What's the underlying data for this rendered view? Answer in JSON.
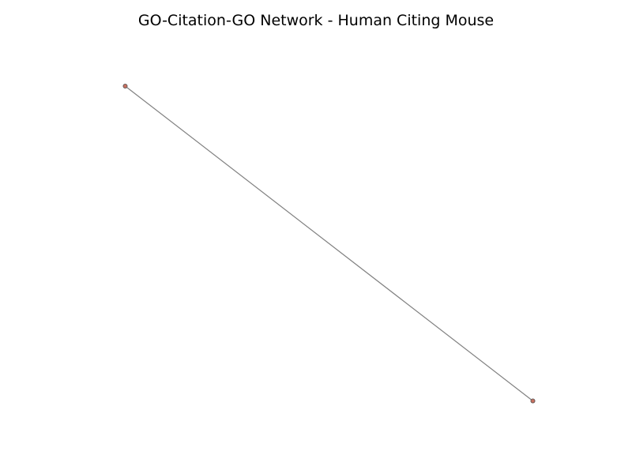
{
  "figure": {
    "title": "GO-Citation-GO Network - Human Citing Mouse"
  },
  "network": {
    "node_color": "#c87060",
    "node_edge_color": "#555555",
    "edge_color": "#808080",
    "node_count": 2,
    "edge_count": 1
  }
}
